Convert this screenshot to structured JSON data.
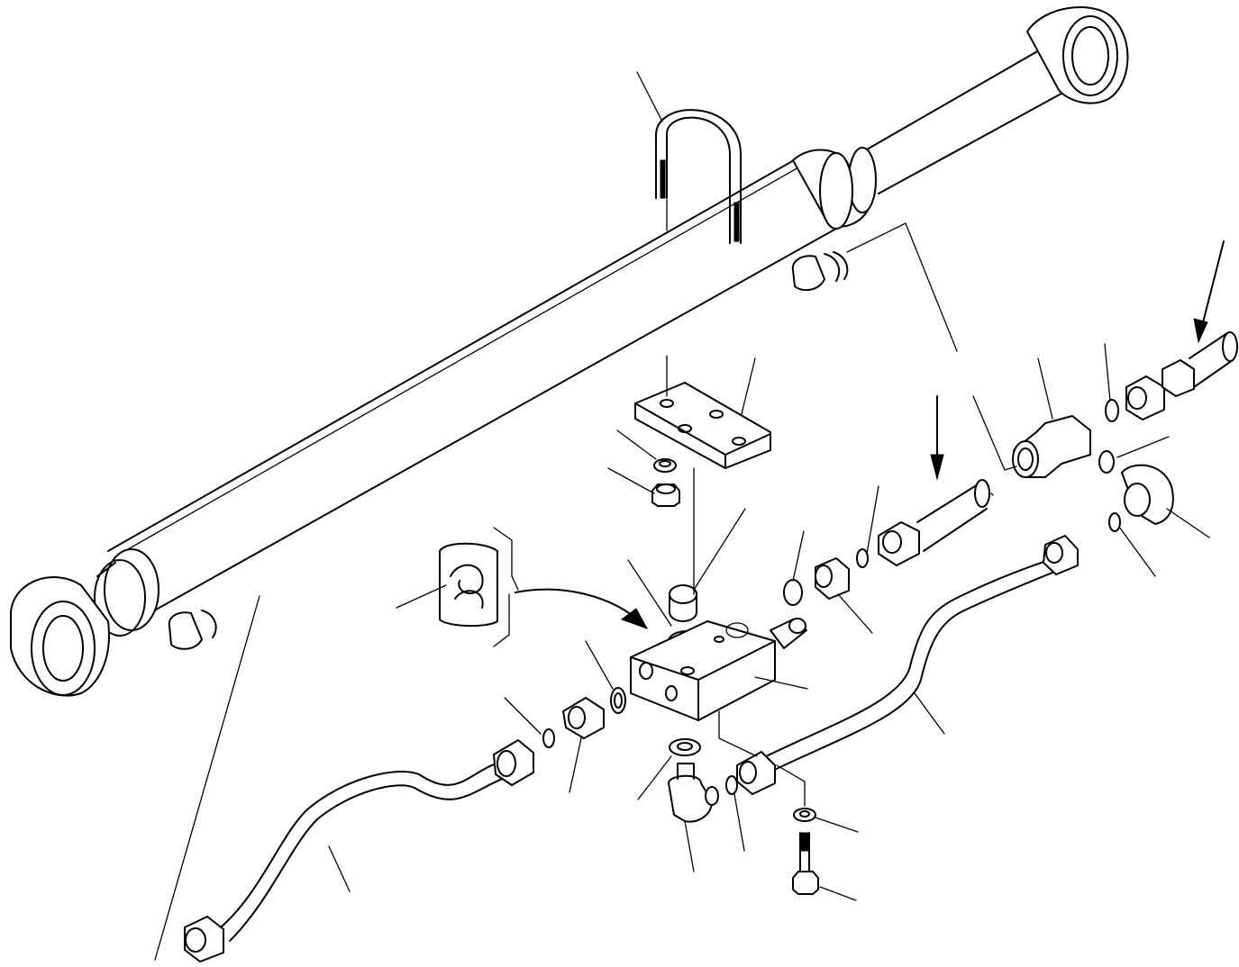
{
  "diagram": {
    "colors": {
      "ink": "#000000",
      "paper": "#ffffff"
    },
    "parts": [
      "hydraulic-cylinder",
      "u-bolt",
      "mounting-plate",
      "washer",
      "nut",
      "valve-block",
      "plug",
      "elbow-fitting",
      "connector",
      "o-ring",
      "tee-fitting",
      "hydraulic-tube",
      "hose",
      "bolt",
      "sealant-tube"
    ],
    "callouts": 30
  }
}
